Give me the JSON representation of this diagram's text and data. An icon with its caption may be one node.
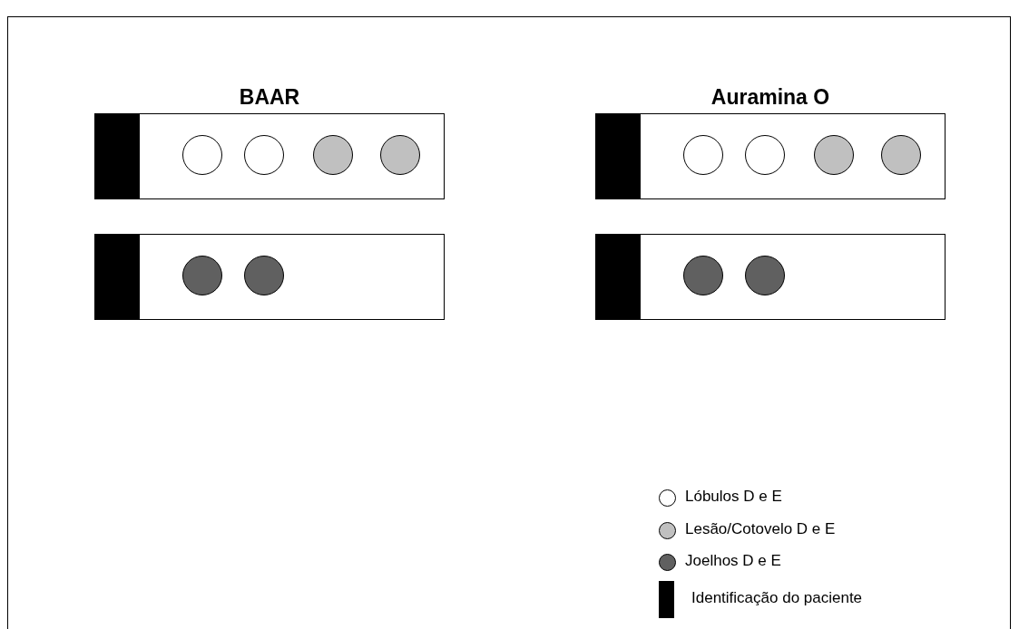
{
  "diagram": {
    "nodes": [
      {
        "text": [],
        "shape": "box"
      },
      {
        "text": [],
        "shape": "circle",
        "in": 0
      },
      {
        "text": [],
        "shape": "circle",
        "in": 0
      },
      {
        "text": [],
        "shape": "circle",
        "in": 0
      },
      {
        "text": [],
        "shape": "circle",
        "in": 0
      },
      {
        "text": [],
        "shape": "box"
      },
      {
        "text": [],
        "shape": "circle",
        "in": 5
      },
      {
        "text": [],
        "shape": "circle",
        "in": 5
      },
      {
        "text": [],
        "shape": "circle",
        "in": 5
      },
      {
        "text": [],
        "shape": "circle",
        "in": 5
      },
      {
        "text": [],
        "shape": "box"
      },
      {
        "text": [],
        "shape": "circle",
        "in": 10
      },
      {
        "text": [],
        "shape": "circle",
        "in": 10
      },
      {
        "text": [],
        "shape": "box"
      },
      {
        "text": [],
        "shape": "circle",
        "in": 13
      },
      {
        "text": [],
        "shape": "circle",
        "in": 13
      }
    ],
    "labels": [
      "BAAR",
      "Auramina O"
    ],
    "legend": [
      {
        "text": "Lóbulos D e E",
        "color": "#ffffff"
      },
      {
        "text": "Lesão/Cotovelo D e E",
        "color": "#c0c0c0"
      },
      {
        "text": "Joelhos D e E",
        "color": "#606060"
      },
      {
        "text": "Identificação do paciente",
        "color": "#000000"
      }
    ]
  }
}
